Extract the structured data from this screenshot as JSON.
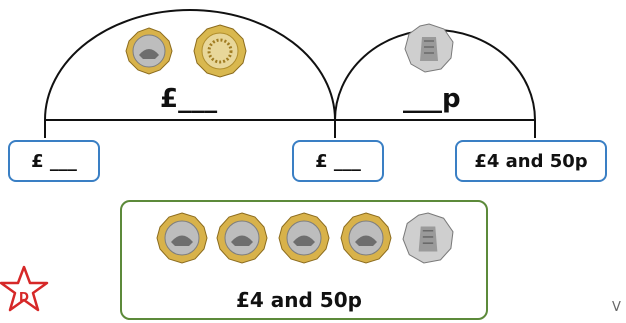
{
  "whole": {
    "pound_label": "£___",
    "pence_label": "___p"
  },
  "boxes": {
    "left": "£ ___",
    "middle": "£ ___",
    "right": "£4 and 50p"
  },
  "group": {
    "coins": [
      "pound-coin-icon",
      "pound-coin-icon",
      "pound-coin-icon",
      "pound-coin-icon",
      "fifty-pence-coin-icon"
    ],
    "answer": "£4 and 50p"
  },
  "badge": {
    "letter": "D"
  },
  "corner_mark": "V",
  "colors": {
    "blue_box": "#3a7fc4",
    "green_frame": "#5c8a3a",
    "badge_red": "#d62828",
    "gold": "#d8b24a",
    "silver": "#c9c9c9"
  }
}
